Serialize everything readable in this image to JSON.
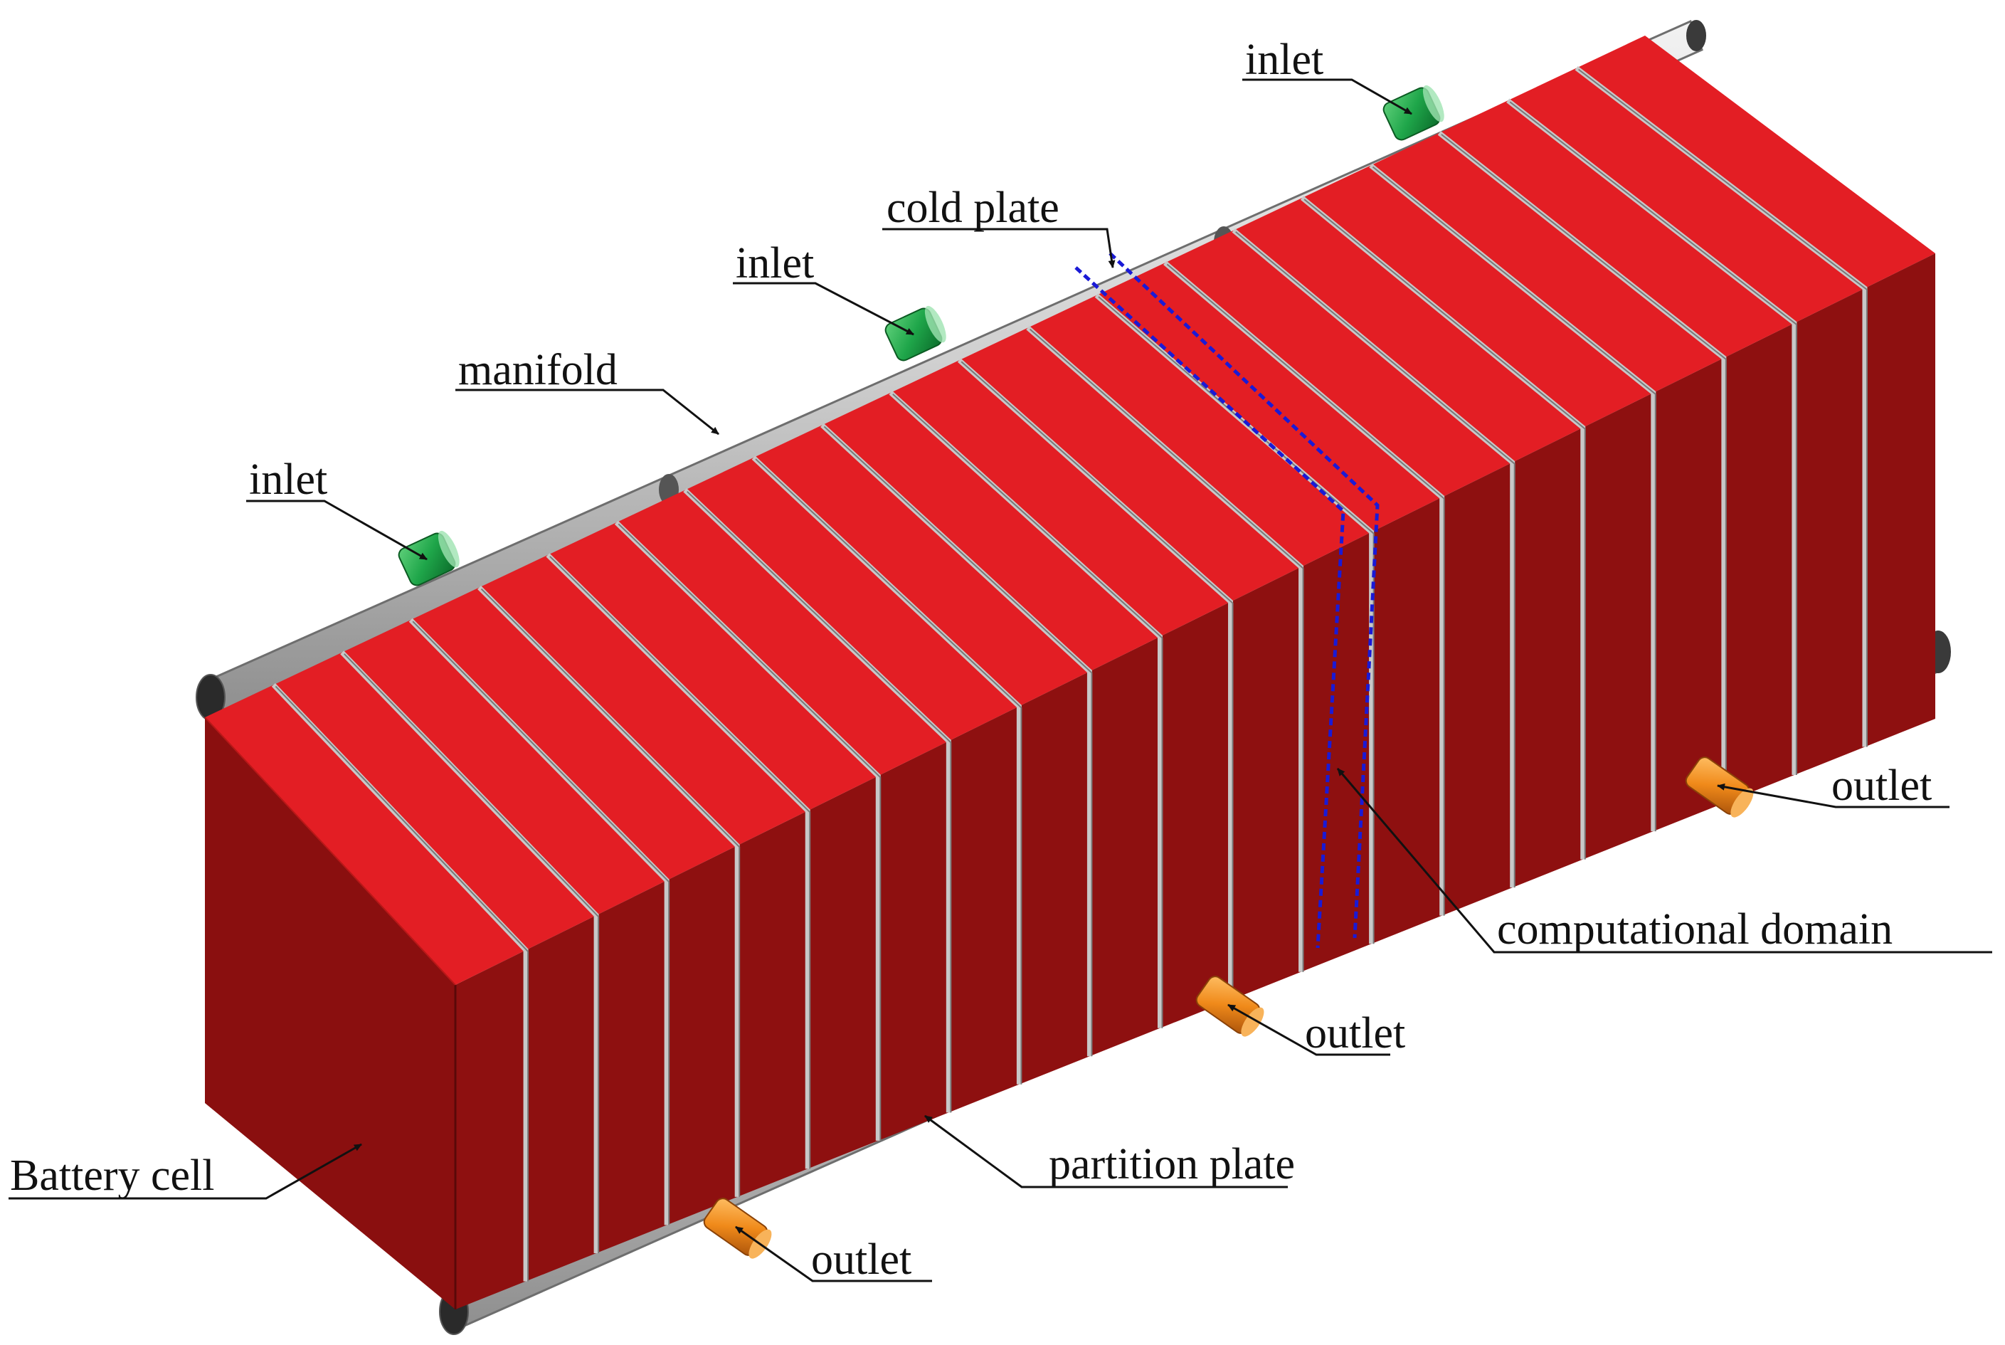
{
  "labels": {
    "inlet_top": "inlet",
    "inlet_mid": "inlet",
    "inlet_left": "inlet",
    "cold_plate": "cold plate",
    "manifold": "manifold",
    "outlet_right": "outlet",
    "computational_domain": "computational domain",
    "outlet_mid": "outlet",
    "partition_plate": "partition plate",
    "battery_cell": "Battery cell",
    "outlet_bottom": "outlet"
  },
  "colors": {
    "cell_top": "#e31e24",
    "cell_front": "#8e1010",
    "cell_end_face": "#8a0f0f",
    "cold_plate": "#c8c8c8",
    "manifold_pipe": "#d7d7d7",
    "inlet": "#1fa64a",
    "outlet": "#f08a1a",
    "domain_outline": "#1a1ad6"
  },
  "icons": {
    "inlet": "cylinder-port-green",
    "outlet": "cylinder-port-orange"
  }
}
